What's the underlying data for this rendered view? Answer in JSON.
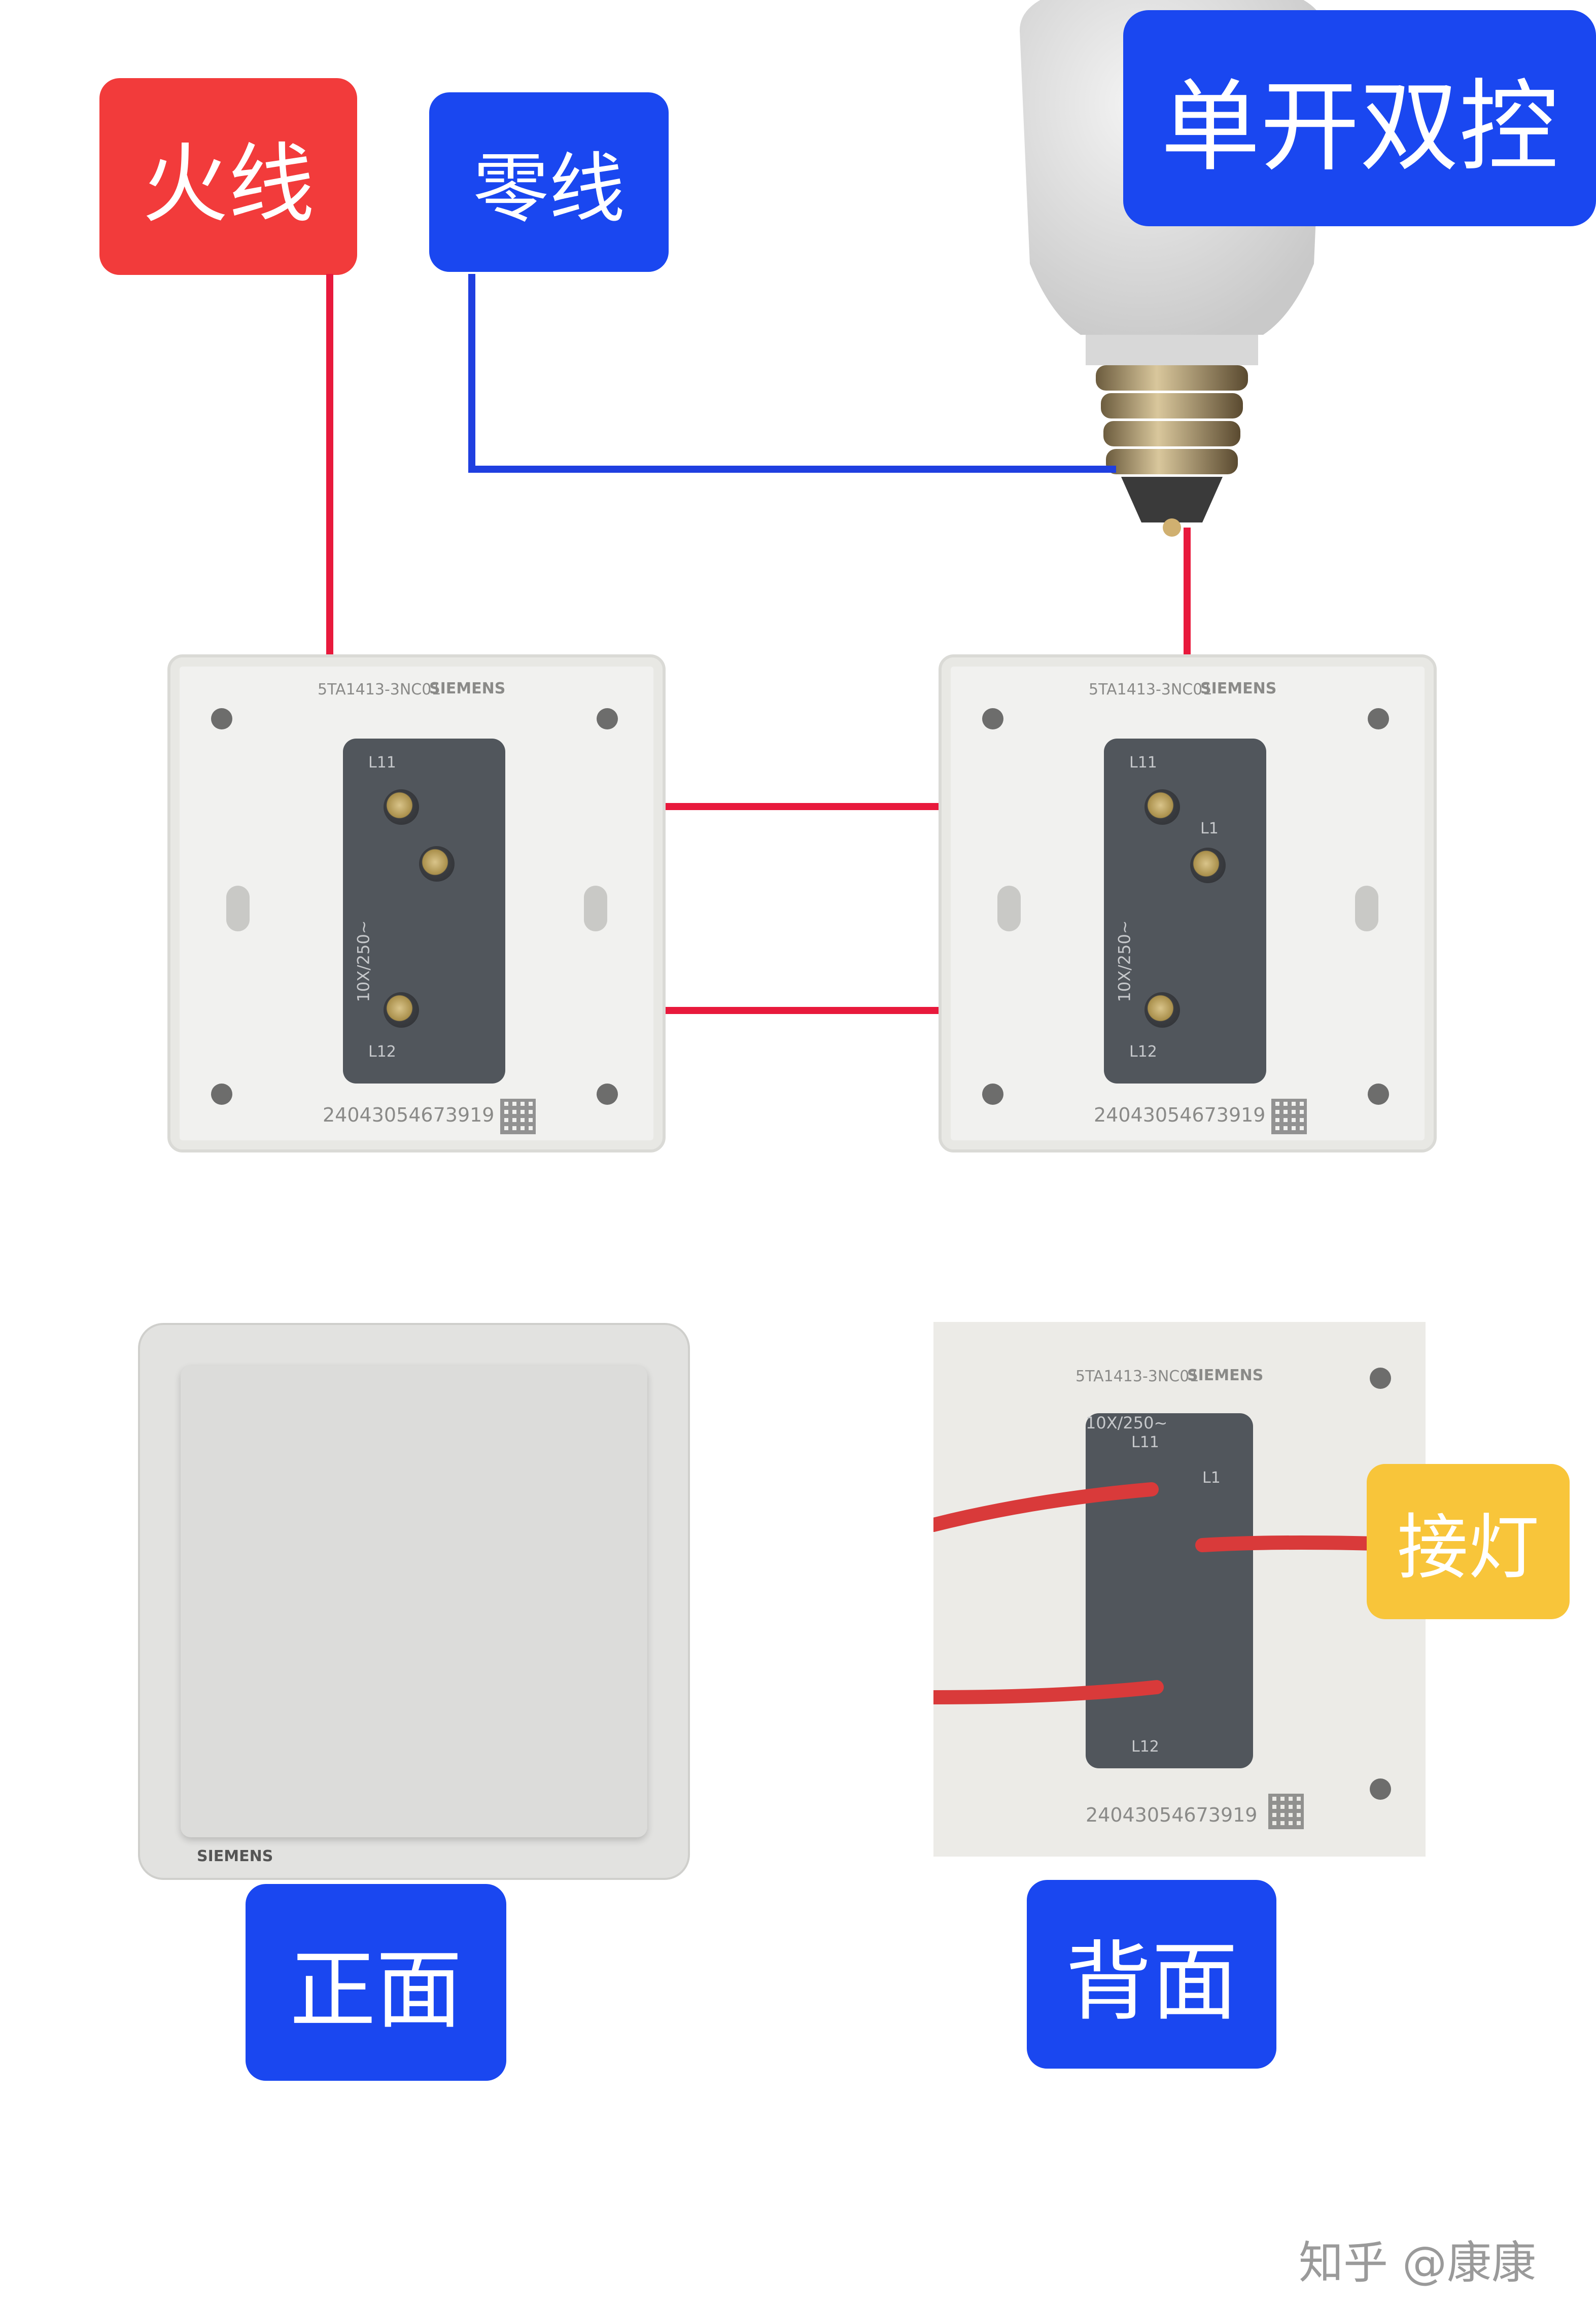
{
  "labels": {
    "live_wire": "火线",
    "neutral_wire": "零线",
    "title": "单开双控",
    "front": "正面",
    "back": "背面",
    "to_lamp": "接灯"
  },
  "colors": {
    "live_label": "#f23b3b",
    "blue_label": "#1a47f0",
    "lamp_label": "#f8c53a",
    "live_wire": "#e8193c",
    "neutral_wire": "#1f3fe0",
    "red_cable": "#d93a3a"
  },
  "switch_plate": {
    "model": "5TA1413-3NC01",
    "brand": "SIEMENS",
    "serial": "24043054673919",
    "rating": "10X/250~",
    "terminal_l11": "L11",
    "terminal_l1": "L1",
    "terminal_l12": "L12"
  },
  "front_panel": {
    "brand": "SIEMENS"
  },
  "watermark": "知乎 @康康"
}
